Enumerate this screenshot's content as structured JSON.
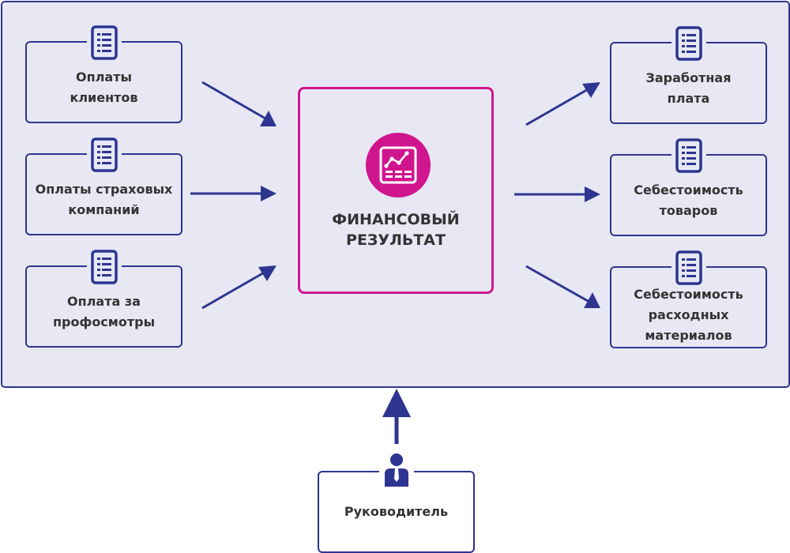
{
  "colors": {
    "primary": "#2e3590",
    "accent": "#d0168f",
    "panel_bg": "#e8e8f4",
    "text": "#333333"
  },
  "center": {
    "title": "ФИНАНСОВЫЙ\nРЕЗУЛЬТАТ",
    "icon": "chart-dashboard-icon"
  },
  "inputs": [
    {
      "label": "Оплаты\nклиентов",
      "icon": "document-list-icon"
    },
    {
      "label": "Оплаты страховых\nкомпаний",
      "icon": "document-list-icon"
    },
    {
      "label": "Оплата за\nпрофосмотры",
      "icon": "document-list-icon"
    }
  ],
  "outputs": [
    {
      "label": "Заработная\nплата",
      "icon": "document-list-icon"
    },
    {
      "label": "Себестоимость\nтоваров",
      "icon": "document-list-icon"
    },
    {
      "label": "Себестоимость\nрасходных\nматериалов",
      "icon": "document-list-icon"
    }
  ],
  "actor": {
    "label": "Руководитель",
    "icon": "manager-person-icon"
  }
}
